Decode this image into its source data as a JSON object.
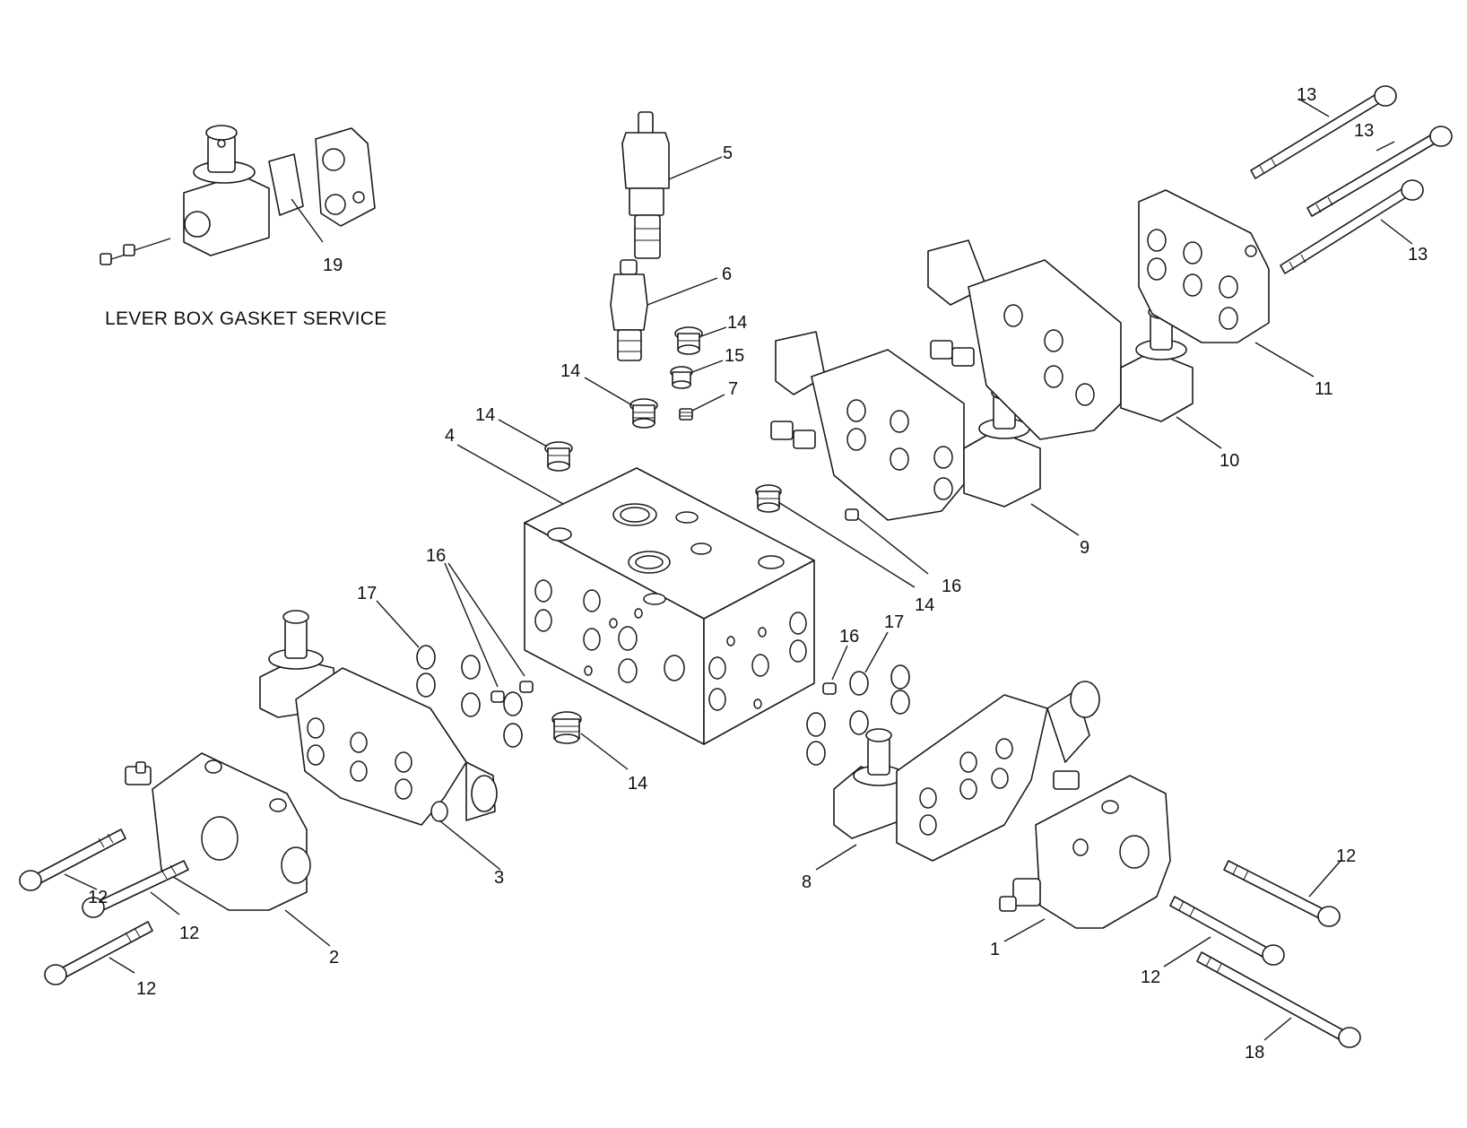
{
  "diagram": {
    "caption": "LEVER BOX GASKET SERVICE",
    "callouts": [
      {
        "id": "c1",
        "label": "1"
      },
      {
        "id": "c2",
        "label": "2"
      },
      {
        "id": "c3",
        "label": "3"
      },
      {
        "id": "c4",
        "label": "4"
      },
      {
        "id": "c5",
        "label": "5"
      },
      {
        "id": "c6",
        "label": "6"
      },
      {
        "id": "c7",
        "label": "7"
      },
      {
        "id": "c8",
        "label": "8"
      },
      {
        "id": "c9",
        "label": "9"
      },
      {
        "id": "c10",
        "label": "10"
      },
      {
        "id": "c11",
        "label": "11"
      },
      {
        "id": "c12a",
        "label": "12"
      },
      {
        "id": "c12b",
        "label": "12"
      },
      {
        "id": "c12c",
        "label": "12"
      },
      {
        "id": "c12d",
        "label": "12"
      },
      {
        "id": "c12e",
        "label": "12"
      },
      {
        "id": "c13a",
        "label": "13"
      },
      {
        "id": "c13b",
        "label": "13"
      },
      {
        "id": "c13c",
        "label": "13"
      },
      {
        "id": "c14a",
        "label": "14"
      },
      {
        "id": "c14b",
        "label": "14"
      },
      {
        "id": "c14c",
        "label": "14"
      },
      {
        "id": "c14d",
        "label": "14"
      },
      {
        "id": "c14e",
        "label": "14"
      },
      {
        "id": "c15",
        "label": "15"
      },
      {
        "id": "c16a",
        "label": "16"
      },
      {
        "id": "c16b",
        "label": "16"
      },
      {
        "id": "c16c",
        "label": "16"
      },
      {
        "id": "c17a",
        "label": "17"
      },
      {
        "id": "c17b",
        "label": "17"
      },
      {
        "id": "c18",
        "label": "18"
      },
      {
        "id": "c19",
        "label": "19"
      }
    ],
    "colors": {
      "line": "#1a1a1a",
      "background": "#ffffff"
    }
  }
}
